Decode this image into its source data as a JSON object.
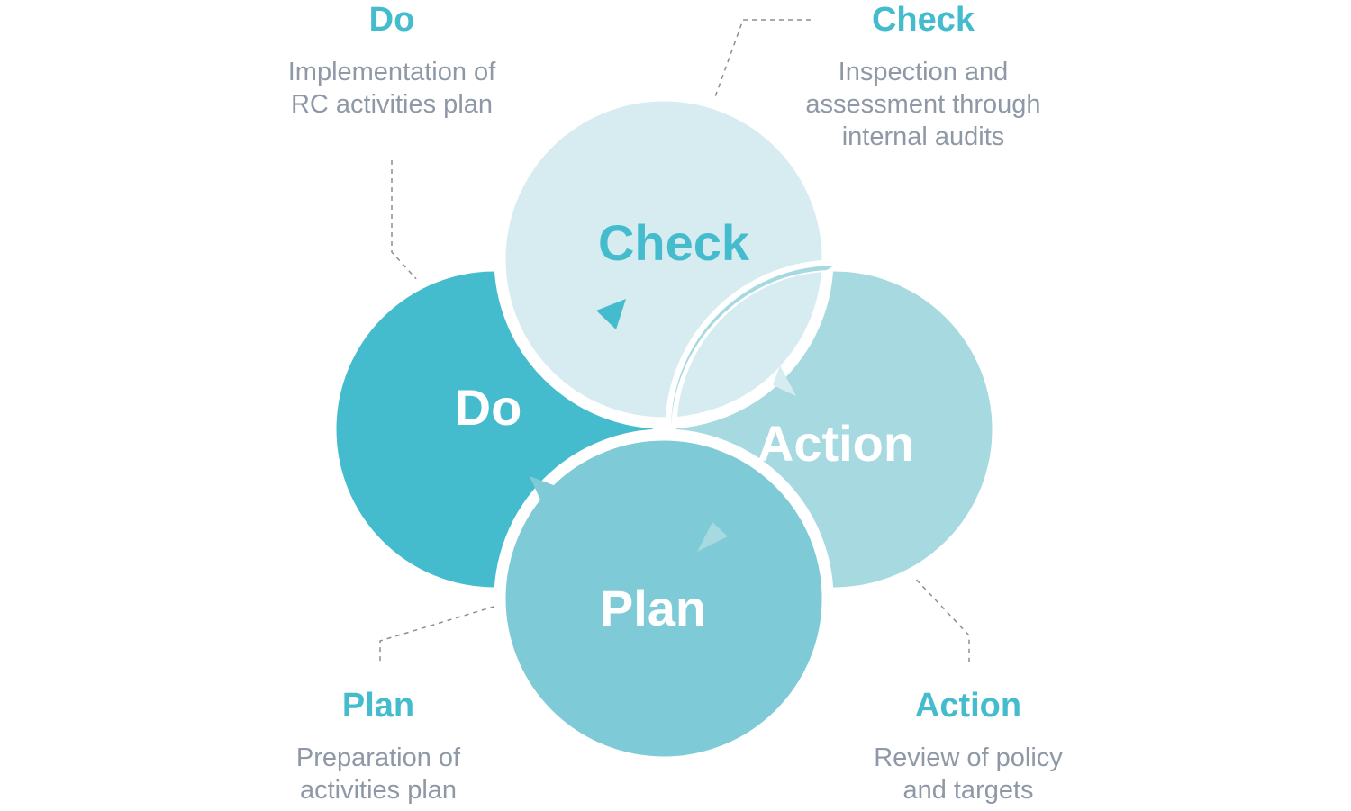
{
  "circles": {
    "check": {
      "label": "Check",
      "fill": "#d6ecf0",
      "text_color": "#44bccd"
    },
    "do": {
      "label": "Do",
      "fill": "#44bccd",
      "text_color": "#ffffff"
    },
    "action": {
      "label": "Action",
      "fill": "#a7d9e1",
      "text_color": "#ffffff"
    },
    "plan": {
      "label": "Plan",
      "fill": "#7ecad6",
      "text_color": "#ffffff"
    }
  },
  "annotations": {
    "do": {
      "title": "Do",
      "line1": "Implementation of",
      "line2": "RC activities plan"
    },
    "check": {
      "title": "Check",
      "line1": "Inspection and",
      "line2": "assessment through",
      "line3": "internal audits"
    },
    "plan": {
      "title": "Plan",
      "line1": "Preparation of",
      "line2": "activities plan"
    },
    "action": {
      "title": "Action",
      "line1": "Review of policy",
      "line2": "and targets"
    }
  },
  "colors": {
    "accent": "#44bccd",
    "description_text": "#8e98a6",
    "leader_line": "#8a8f96"
  }
}
